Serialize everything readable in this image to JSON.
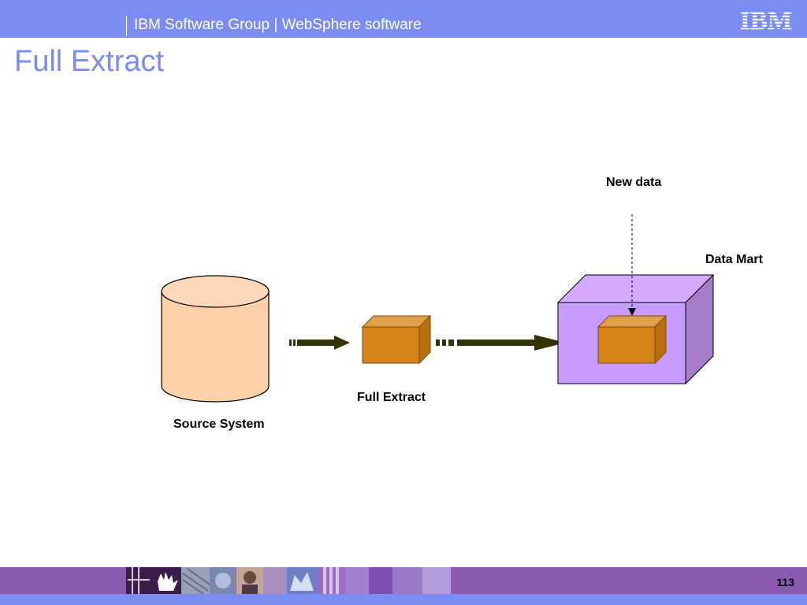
{
  "header": {
    "text": "IBM Software Group | WebSphere software",
    "logo": "IBM",
    "background_color": "#7b8cf2"
  },
  "slide": {
    "title": "Full Extract",
    "title_color": "#7b8cf2",
    "page_number": "113"
  },
  "diagram": {
    "nodes": {
      "source_system": {
        "label": "Source System",
        "shape": "cylinder",
        "color": "#fdd0a8"
      },
      "full_extract": {
        "label": "Full Extract",
        "shape": "box",
        "color": "#d58418"
      },
      "data_mart": {
        "label": "Data Mart",
        "shape": "cube",
        "color": "#c89bff"
      },
      "new_data": {
        "label": "New data",
        "shape": "box",
        "color": "#d58418"
      }
    },
    "arrow_color": "#333300"
  },
  "footer": {
    "background_color": "#8c5ab0",
    "strip_color": "#7b8cf2"
  }
}
